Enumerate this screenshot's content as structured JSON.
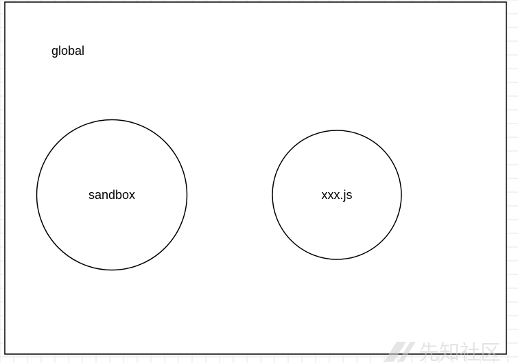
{
  "diagram": {
    "outer_label": "global",
    "nodes": [
      {
        "id": "sandbox",
        "label": "sandbox"
      },
      {
        "id": "xxx",
        "label": "xxx.js"
      }
    ]
  },
  "watermark": {
    "text": "先知社区"
  },
  "colors": {
    "background": "#ffffff",
    "grid": "#e6e6e6",
    "stroke": "#000000",
    "watermark": "#d8d8d8"
  }
}
